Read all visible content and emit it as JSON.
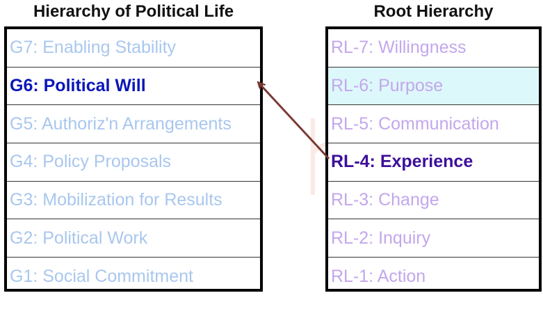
{
  "left": {
    "title": "Hierarchy of Political Life",
    "rows": [
      {
        "label": "G7: Enabling Stability",
        "state": "dim"
      },
      {
        "label": "G6: Political Will",
        "state": "highlight"
      },
      {
        "label": "G5: Authoriz'n Arrangements",
        "state": "dim"
      },
      {
        "label": "G4: Policy Proposals",
        "state": "dim"
      },
      {
        "label": "G3: Mobilization for Results",
        "state": "dim"
      },
      {
        "label": "G2: Political Work",
        "state": "dim"
      },
      {
        "label": "G1: Social Commitment",
        "state": "dim"
      }
    ]
  },
  "right": {
    "title": "Root Hierarchy",
    "rows": [
      {
        "label": "RL-7: Willingness",
        "state": "dim"
      },
      {
        "label": "RL-6: Purpose",
        "state": "shaded"
      },
      {
        "label": "RL-5: Communication",
        "state": "dim"
      },
      {
        "label": "RL-4: Experience",
        "state": "highlight"
      },
      {
        "label": "RL-3: Change",
        "state": "dim"
      },
      {
        "label": "RL-2: Inquiry",
        "state": "dim"
      },
      {
        "label": "RL-1: Action",
        "state": "dim"
      }
    ]
  },
  "arrow": {
    "from": "right.rows.3",
    "to": "left.rows.1",
    "color": "#7a3a34"
  },
  "colors": {
    "left_dim": "#a9c7ee",
    "left_highlight": "#0a16b8",
    "right_dim": "#c3a7ec",
    "right_highlight": "#3d0f9a",
    "shaded_bg": "#ddf8fb",
    "watermark": "#f4e6e2"
  },
  "watermark_icon": "faint-logo-watermark"
}
